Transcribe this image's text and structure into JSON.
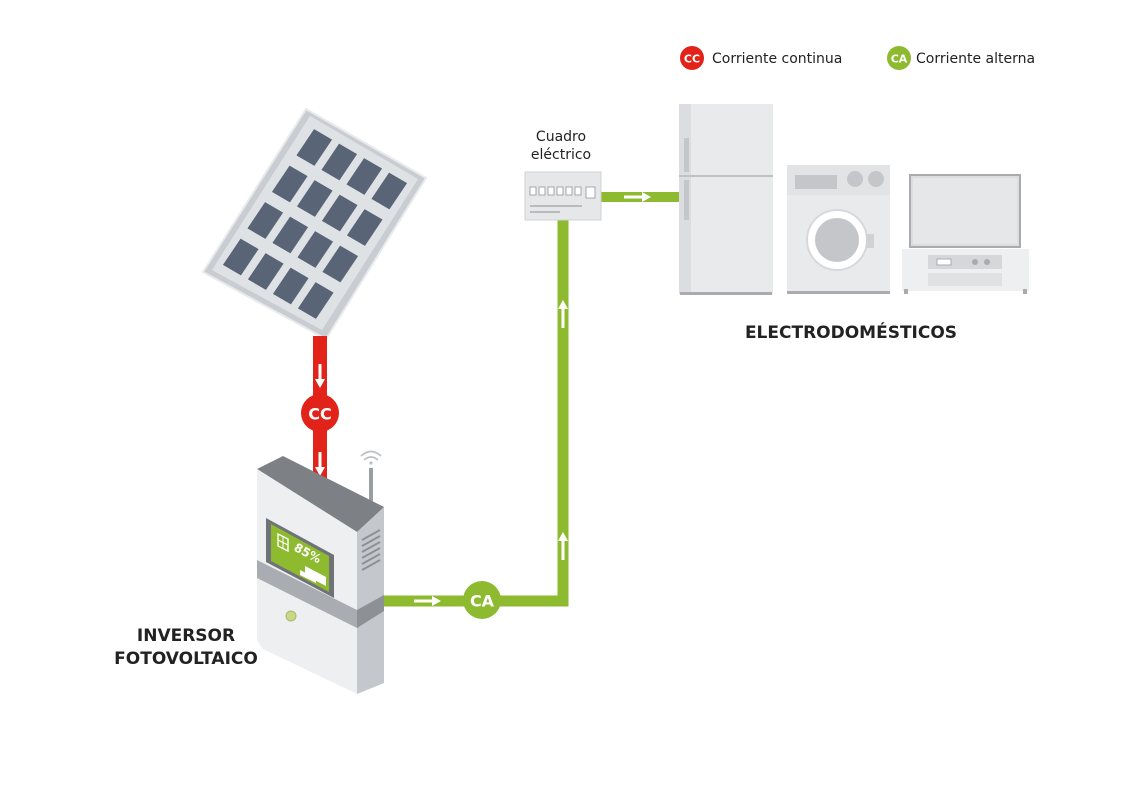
{
  "legend": {
    "dc": {
      "badge": "CC",
      "label": "Corriente continua",
      "color": "#e2231a"
    },
    "ac": {
      "badge": "CA",
      "label": "Corriente alterna",
      "color": "#8dba2e"
    }
  },
  "panel_box": {
    "line1": "Cuadro",
    "line2": "eléctrico"
  },
  "appliances": {
    "title": "ELECTRODOMÉSTICOS"
  },
  "inverter": {
    "line1": "INVERSOR",
    "line2": "FOTOVOLTAICO",
    "screen_value": "85%"
  },
  "flow_badges": {
    "dc": "CC",
    "ac": "CA"
  },
  "icons": {
    "solar_panel": "solar-panel-icon",
    "inverter": "inverter-icon",
    "breaker_box": "breaker-box-icon",
    "fridge": "fridge-icon",
    "washer": "washing-machine-icon",
    "tv": "tv-icon",
    "wifi": "wifi-icon"
  }
}
